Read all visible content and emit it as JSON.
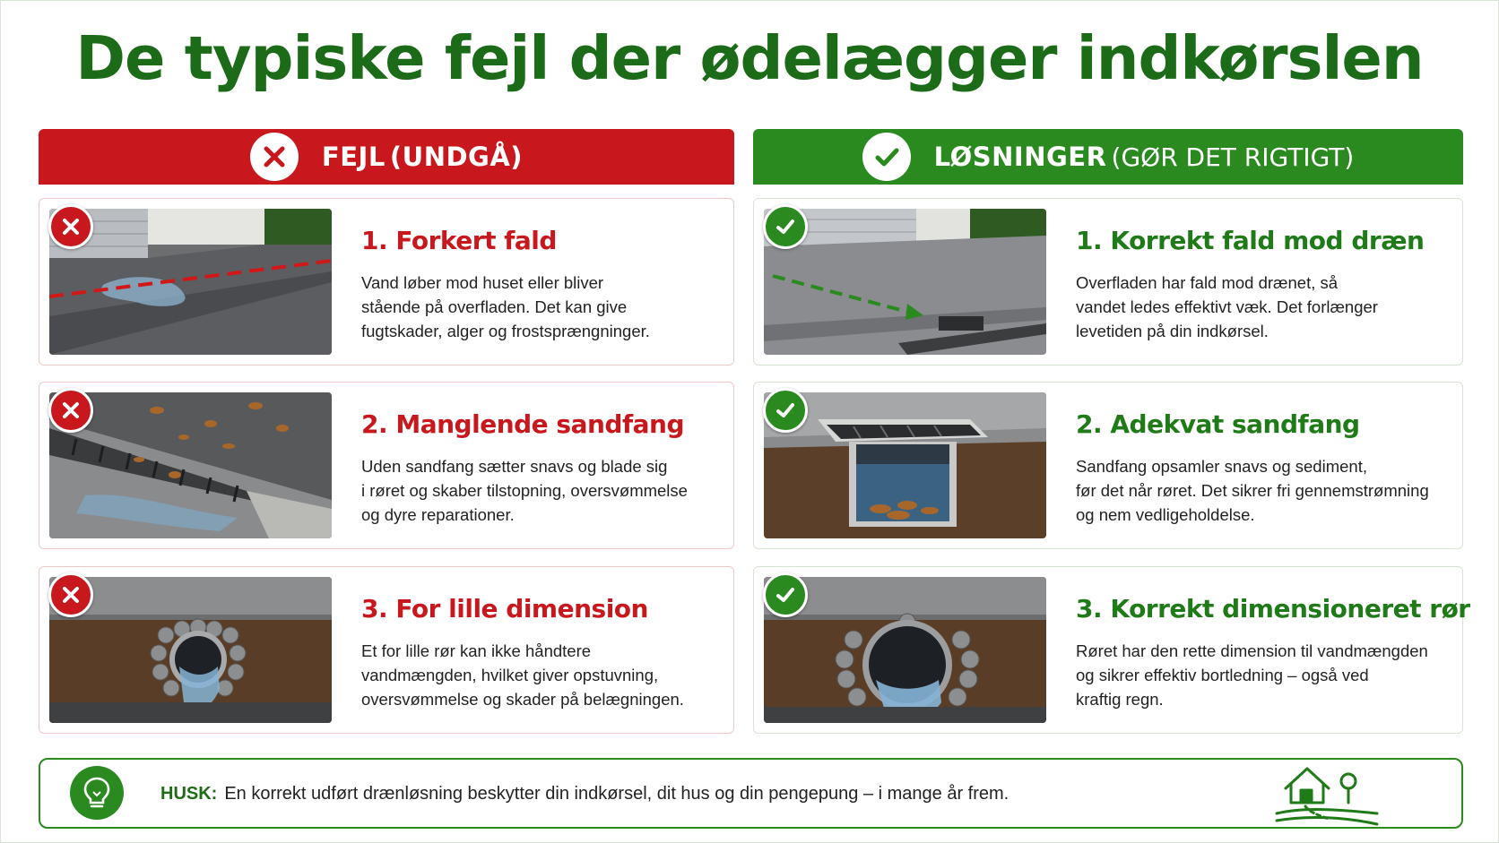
{
  "title": "De typiske fejl der ødelægger indkørslen",
  "columns": {
    "bad": {
      "label": "FEJL",
      "sublabel": "(UNDGÅ)",
      "icon": "x-mark-icon",
      "color": "#c9181d"
    },
    "good": {
      "label": "LØSNINGER",
      "sublabel": "(GØR DET RIGTIGT)",
      "icon": "check-mark-icon",
      "color": "#2a8a1f"
    }
  },
  "mistakes": [
    {
      "title": "1. Forkert fald",
      "lines": [
        "Vand løber mod huset eller bliver",
        "stående på overfladen. Det kan give",
        "fugtskader, alger og frostsprængninger."
      ],
      "image": "driveway-wrong-slope"
    },
    {
      "title": "2. Manglende sandfang",
      "lines": [
        "Uden sandfang sætter snavs og blade sig",
        "i røret og skaber tilstopning, oversvømmelse",
        "og dyre reparationer."
      ],
      "image": "clogged-drain-channel"
    },
    {
      "title": "3. For lille dimension",
      "lines": [
        "Et for lille rør kan ikke håndtere",
        "vandmængden, hvilket giver opstuvning,",
        "oversvømmelse og skader på belægningen."
      ],
      "image": "small-pipe-cross-section"
    }
  ],
  "solutions": [
    {
      "title": "1. Korrekt fald mod dræn",
      "lines": [
        "Overfladen har fald mod drænet, så",
        "vandet ledes effektivt væk. Det forlænger",
        "levetiden på din indkørsel."
      ],
      "image": "driveway-correct-slope"
    },
    {
      "title": "2. Adekvat sandfang",
      "lines": [
        "Sandfang opsamler snavs og sediment,",
        "før det når røret. Det sikrer fri gennemstrømning",
        "og nem vedligeholdelse."
      ],
      "image": "sand-trap-well"
    },
    {
      "title": "3. Korrekt dimensioneret rør",
      "lines": [
        "Røret har den rette dimension til vandmængden",
        "og sikrer effektiv bortledning – også ved",
        "kraftig regn."
      ],
      "image": "large-pipe-cross-section"
    }
  ],
  "footer": {
    "label": "HUSK:",
    "text": "En korrekt udført drænløsning beskytter din indkørsel, dit hus og din pengepung – i mange år frem.",
    "icons": [
      "lightbulb-icon",
      "house-road-icon"
    ]
  }
}
